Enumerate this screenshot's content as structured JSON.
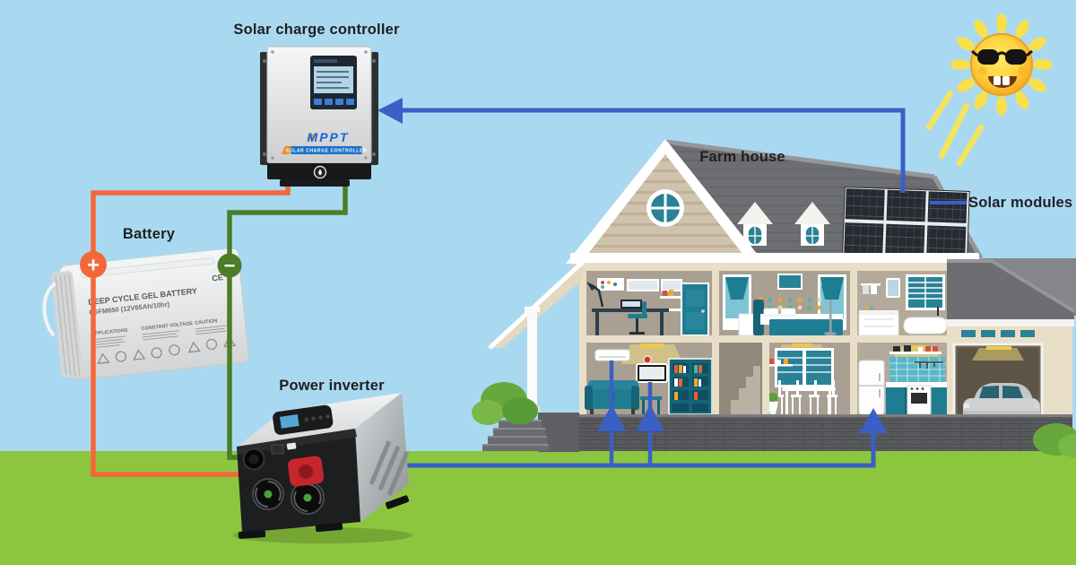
{
  "labels": {
    "solar_charge_controller": "Solar charge controller",
    "battery": "Battery",
    "power_inverter": "Power inverter",
    "farm_house": "Farm house",
    "solar_modules": "Solar modules",
    "battery_positive": "+",
    "battery_negative": "−"
  },
  "controller": {
    "brand": "MPPT",
    "banner": "SOLAR CHARGE CONTROLLER"
  },
  "battery_print": {
    "title": "DEEP CYCLE GEL BATTERY",
    "model": "6GFM650 (12V65Ah/10hr)",
    "col1": "APPLICATIONS",
    "col2": "CONSTANT VOLTAGE",
    "col3": "CAUTION",
    "cert": "CE"
  },
  "colors": {
    "sky": "#a9d9f1",
    "grass": "#8cc63f",
    "wire_blue": "#3a5fc5",
    "wire_orange": "#f4673a",
    "wire_green": "#4c7d28",
    "positive_badge": "#f4673a",
    "negative_badge": "#4c7d28",
    "roof_gray": "#6d6e71",
    "wall_cream": "#e9dfc8",
    "accent_teal": "#1e7d92",
    "panel_dark": "#262a31",
    "sun_petal": "#f7e04b"
  }
}
